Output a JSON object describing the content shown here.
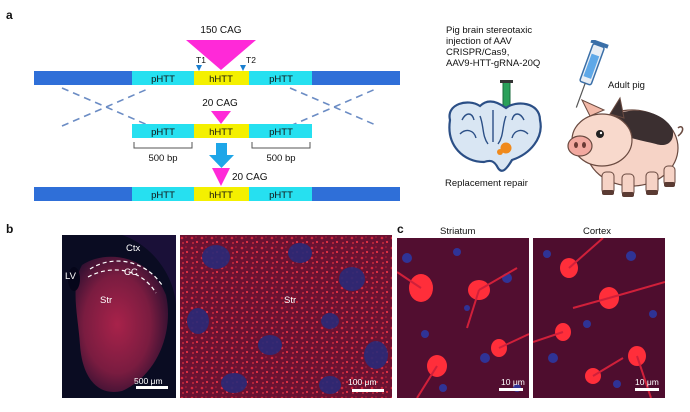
{
  "panel_a": {
    "label": "a",
    "cag150": "150 CAG",
    "t1": "T1",
    "t2": "T2",
    "cag20_mid": "20 CAG",
    "cag20_bottom": "20 CAG",
    "phtt": "pHTT",
    "hhtt": "hHTT",
    "bp_left": "500 bp",
    "bp_right": "500 bp",
    "injection_lines": [
      "Pig brain stereotaxic",
      "injection of AAV",
      "CRISPR/Cas9,",
      "AAV9-HTT-gRNA-20Q"
    ],
    "adult_pig": "Adult pig",
    "replacement_repair": "Replacement repair"
  },
  "panel_b": {
    "label": "b",
    "ctx": "Ctx",
    "cc": "CC",
    "lv": "LV",
    "str_left": "Str",
    "str_right": "Str",
    "scale_left": "500 μm",
    "scale_right": "100 μm"
  },
  "panel_c": {
    "label": "c",
    "striatum": "Striatum",
    "cortex": "Cortex",
    "scale_left": "10 μm",
    "scale_right": "10 μm"
  },
  "colors": {
    "genome_blue": "#2f6fd8",
    "phtt_cyan": "#26e0f0",
    "hhtt_yellow": "#f4f000",
    "cag_magenta": "#ff29d8",
    "arrow_blue": "#1ea6e8"
  }
}
